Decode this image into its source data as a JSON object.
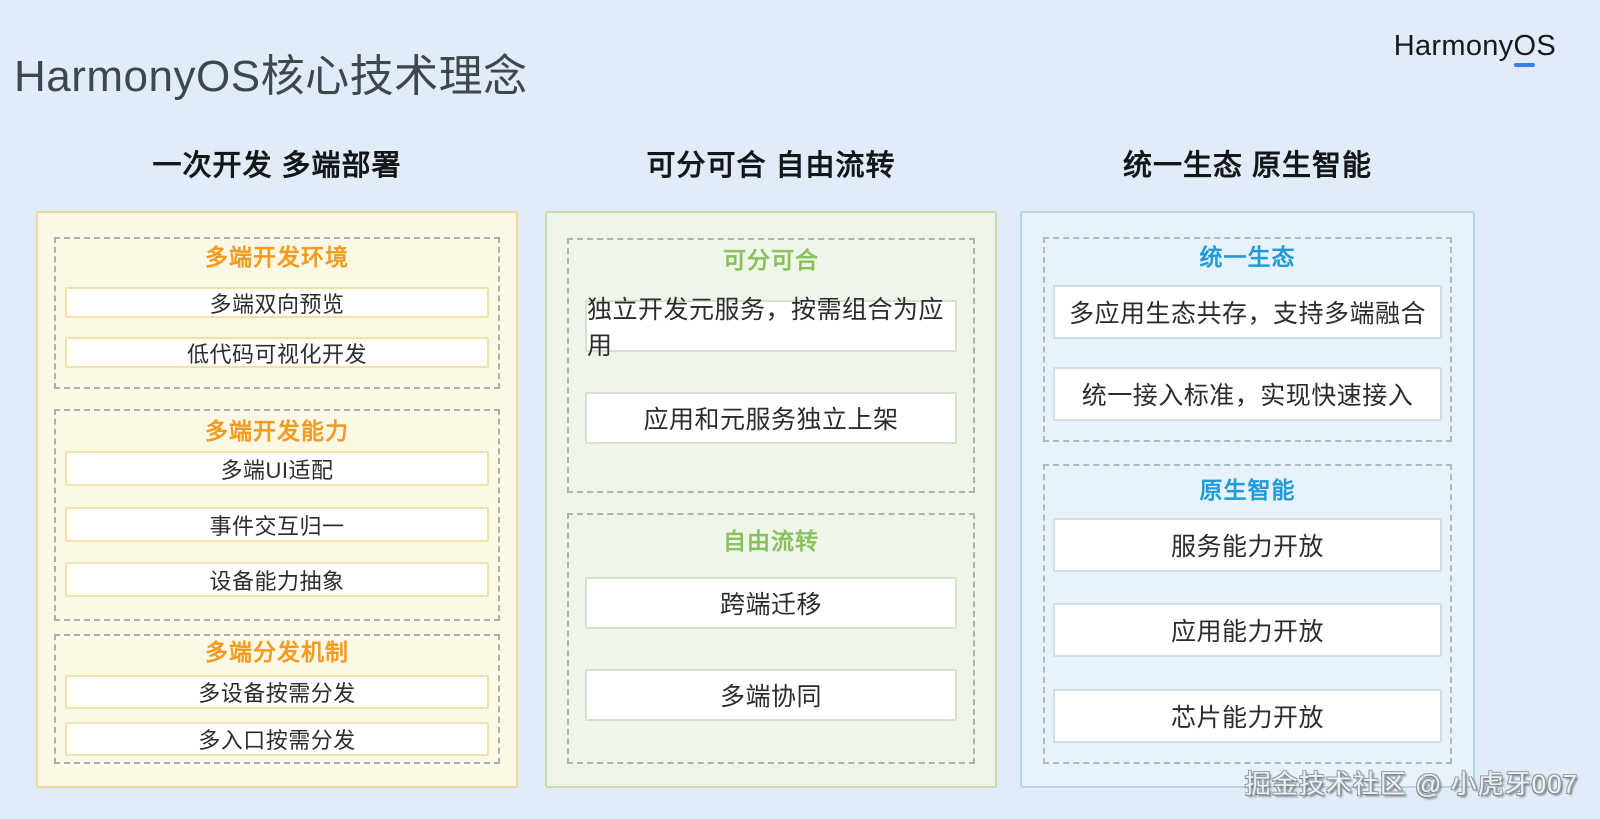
{
  "page": {
    "title": "HarmonyOS核心技术理念",
    "logo": {
      "prefix": "Harmony",
      "o": "O",
      "s": "S",
      "underline_color": "#3D7BF5"
    },
    "watermark": "掘金技术社区 @ 小虎牙007",
    "background_color": "#E2ECF8"
  },
  "columns": [
    {
      "header": "一次开发 多端部署",
      "theme": "yellow",
      "accent_color": "#F39B1E",
      "panel_bg": "#FCF8E6",
      "sections": [
        {
          "title": "多端开发环境",
          "items": [
            "多端双向预览",
            "低代码可视化开发"
          ]
        },
        {
          "title": "多端开发能力",
          "items": [
            "多端UI适配",
            "事件交互归一",
            "设备能力抽象"
          ]
        },
        {
          "title": "多端分发机制",
          "items": [
            "多设备按需分发",
            "多入口按需分发"
          ]
        }
      ]
    },
    {
      "header": "可分可合 自由流转",
      "theme": "green",
      "accent_color": "#89C25C",
      "panel_bg": "#F0F5EA",
      "sections": [
        {
          "title": "可分可合",
          "items": [
            "独立开发元服务，按需组合为应用",
            "应用和元服务独立上架"
          ]
        },
        {
          "title": "自由流转",
          "items": [
            "跨端迁移",
            "多端协同"
          ]
        }
      ]
    },
    {
      "header": "统一生态 原生智能",
      "theme": "blue",
      "accent_color": "#1E9CD7",
      "panel_bg": "#E8F2FA",
      "sections": [
        {
          "title": "统一生态",
          "items": [
            "多应用生态共存，支持多端融合",
            "统一接入标准，实现快速接入"
          ]
        },
        {
          "title": "原生智能",
          "items": [
            "服务能力开放",
            "应用能力开放",
            "芯片能力开放"
          ]
        }
      ]
    }
  ]
}
